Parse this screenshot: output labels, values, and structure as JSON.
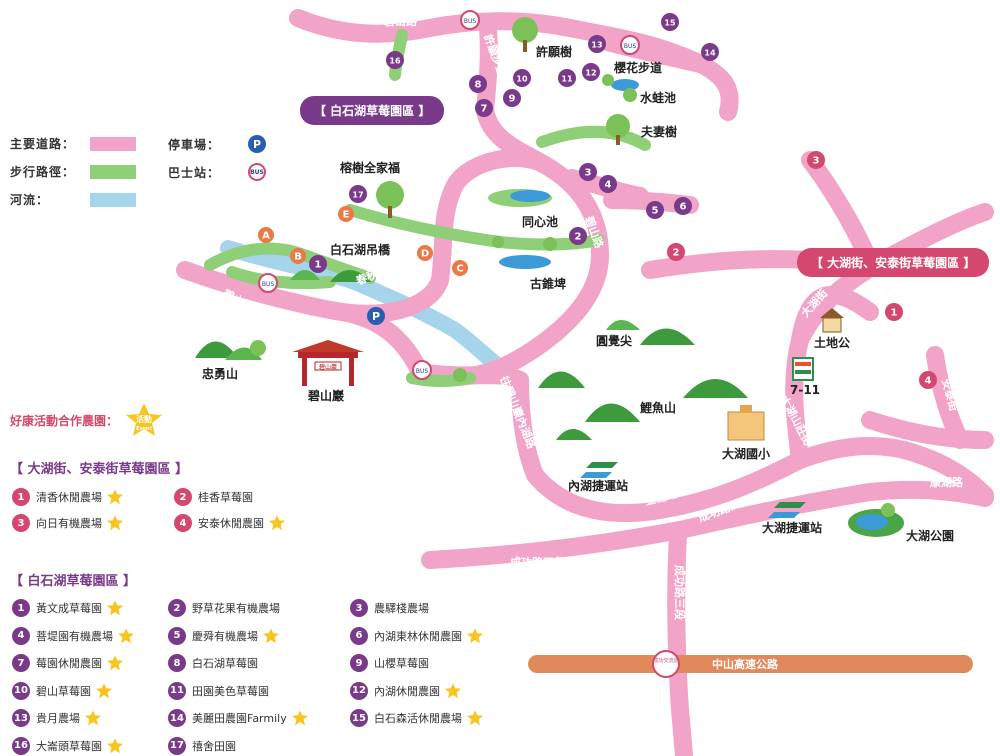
{
  "colors": {
    "main_road": "#f1a3c8",
    "walk": "#8fcf78",
    "river": "#a6d4ea",
    "purple": "#7a3a8a",
    "pink": "#d4476f",
    "orange": "#e97a45",
    "highway": "#e08a5c",
    "tree": "#4aa548"
  },
  "legend": {
    "main_road": "主要道路：",
    "walk_path": "步行路徑：",
    "river": "河流：",
    "parking": "停車場：",
    "bus_stop": "巴士站：",
    "parking_glyph": "P",
    "bus_glyph": "BUS"
  },
  "partner_label": "好康活動合作農園：",
  "event_star": {
    "line1": "活動",
    "line2": "Event"
  },
  "region_badges": {
    "baishihu": "【 白石湖草莓園區 】",
    "dahu": "【 大湖街、安泰街草莓園區 】"
  },
  "section_dahu": {
    "title": "【 大湖街、安泰街草莓園區 】",
    "farms": [
      {
        "num": "1",
        "name": "清香休閒農場",
        "event": true
      },
      {
        "num": "2",
        "name": "桂香草莓園",
        "event": false
      },
      {
        "num": "3",
        "name": "向日有機農場",
        "event": true
      },
      {
        "num": "4",
        "name": "安泰休閒農園",
        "event": true
      }
    ]
  },
  "section_baishihu": {
    "title": "【 白石湖草莓園區 】",
    "farms": [
      {
        "num": "1",
        "name": "黃文成草莓園",
        "event": true
      },
      {
        "num": "2",
        "name": "野草花果有機農場",
        "event": false
      },
      {
        "num": "3",
        "name": "農驛棧農場",
        "event": false
      },
      {
        "num": "4",
        "name": "菩堤園有機農場",
        "event": true
      },
      {
        "num": "5",
        "name": "慶舜有機農場",
        "event": true
      },
      {
        "num": "6",
        "name": "內湖東林休閒農園",
        "event": true
      },
      {
        "num": "7",
        "name": "莓園休閒農園",
        "event": true
      },
      {
        "num": "8",
        "name": "白石湖草莓園",
        "event": false
      },
      {
        "num": "9",
        "name": "山櫻草莓園",
        "event": false
      },
      {
        "num": "10",
        "name": "碧山草莓園",
        "event": true
      },
      {
        "num": "11",
        "name": "田園美色草莓園",
        "event": false
      },
      {
        "num": "12",
        "name": "內湖休閒農園",
        "event": true
      },
      {
        "num": "13",
        "name": "貴月農場",
        "event": true
      },
      {
        "num": "14",
        "name": "美麗田農園Farmily",
        "event": true
      },
      {
        "num": "15",
        "name": "白石森活休閒農場",
        "event": true
      },
      {
        "num": "16",
        "name": "大崙頭草莓園",
        "event": true
      },
      {
        "num": "17",
        "name": "禧舍田園",
        "event": false
      }
    ]
  },
  "roads": {
    "bishan_top": "碧山路",
    "bishan_side": "碧山路",
    "bishan_left": "碧山路",
    "xuyuan_path": "許願步道",
    "chunqiu": "春秋步道",
    "wanggong": "往碧山巖內湖路",
    "wuzhishan": "往五指山",
    "dahu_st": "大湖街",
    "dahu_shanzhuang": "大湖山莊街",
    "antai": "安泰街",
    "kanghu": "康湖路",
    "jinlong": "金龍路",
    "chenggong4": "成功路四段",
    "chenggong4b": "成功路四段",
    "chenggong3": "成功路三段",
    "zhongshan": "中山高速公路",
    "interchange": "成功交流道"
  },
  "places": {
    "xuyuan_tree": "許願樹",
    "yinghua": "櫻花步道",
    "frog": "水蛙池",
    "couple_tree": "夫妻樹",
    "banyan": "榕樹全家福",
    "tongxin": "同心池",
    "bridge": "白石湖吊橋",
    "guzhui": "古錐埤",
    "yuanjue": "圓覺尖",
    "zhongyong": "忠勇山",
    "bishanyan": "碧山巖",
    "liyu": "鯉魚山",
    "tudigong": "土地公",
    "seven": "7-11",
    "dahu_school": "大湖國小",
    "neihu_mrt": "內湖捷運站",
    "dahu_mrt": "大湖捷運站",
    "dahu_park": "大湖公園",
    "temple_sign": "碧山巖"
  },
  "map_markers": {
    "purple": [
      "1",
      "2",
      "3",
      "4",
      "5",
      "6",
      "7",
      "8",
      "9",
      "10",
      "11",
      "12",
      "13",
      "14",
      "15",
      "16",
      "17"
    ],
    "pink": [
      "1",
      "2",
      "3",
      "4"
    ],
    "orange": [
      "A",
      "B",
      "C",
      "D",
      "E"
    ]
  }
}
